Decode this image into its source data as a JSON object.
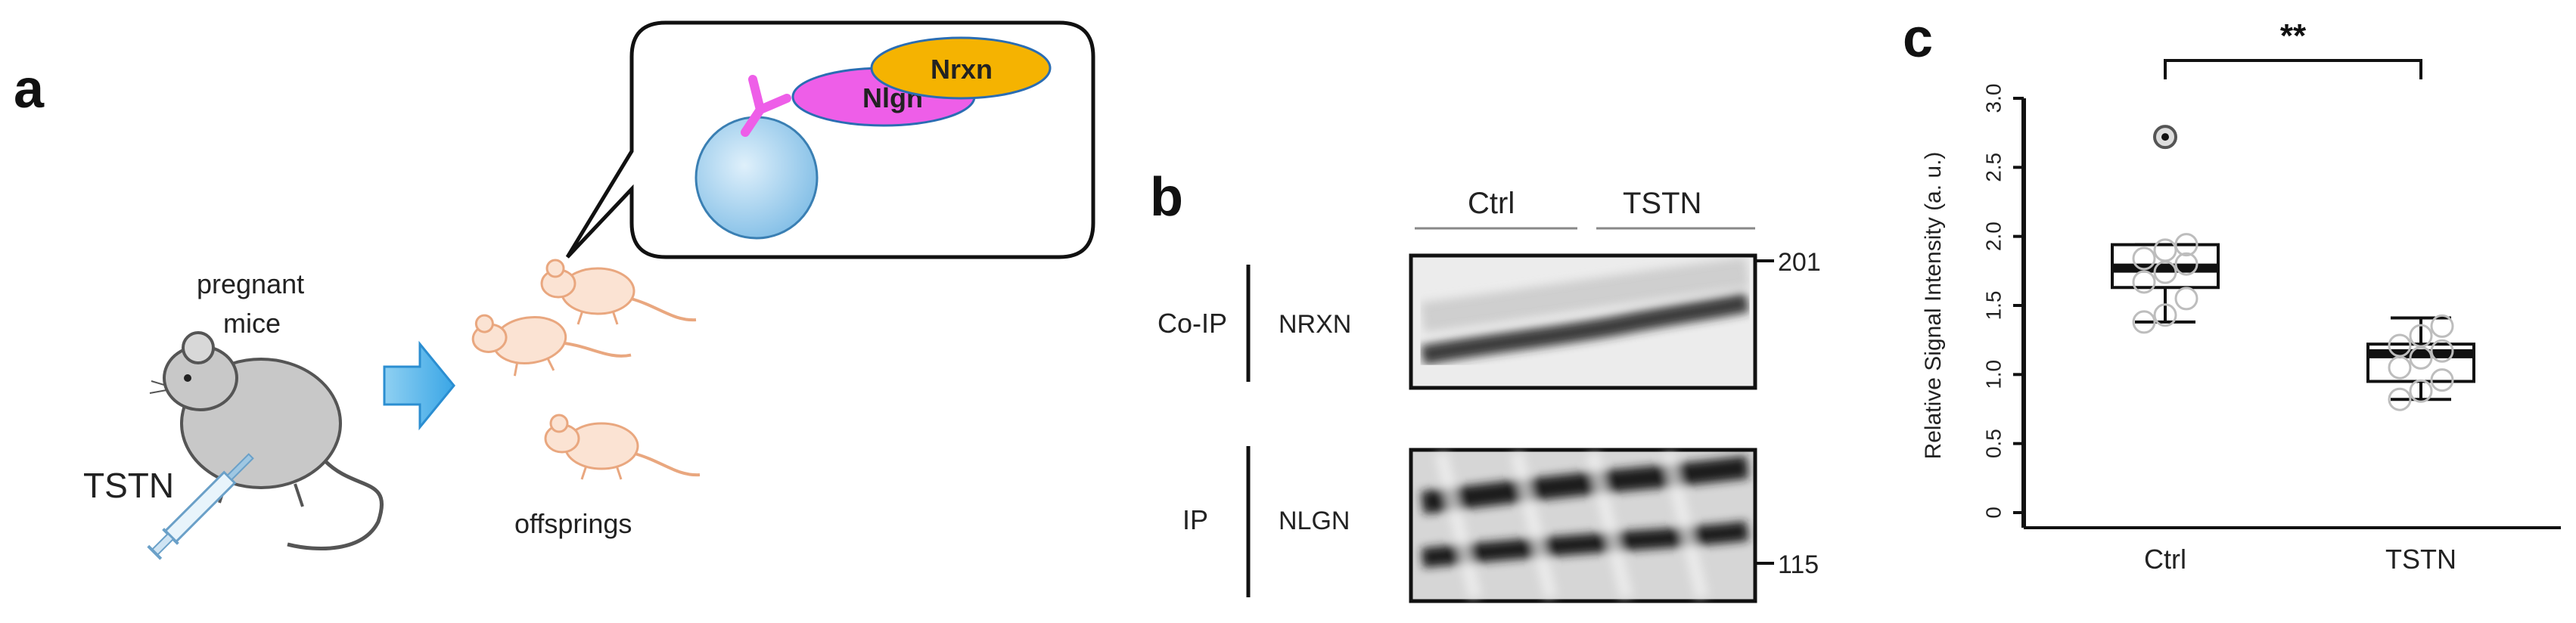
{
  "panels": {
    "a": {
      "letter": "a",
      "pregnant_label_line1": "pregnant",
      "pregnant_label_line2": "mice",
      "drug_label": "TSTN",
      "offspring_label": "offsprings",
      "bubble": {
        "nlgn_label": "Nlgn",
        "nrxn_label": "Nrxn"
      },
      "colors": {
        "nlgn": "#ee5ee8",
        "nrxn": "#f5b301",
        "cell": "#8cc6ea",
        "arrow": "#4fb5ea",
        "pups": "#f4c9a8",
        "mouse": "#bfbfbf"
      },
      "icons": [
        "mouse-icon",
        "syringe-icon",
        "arrow-right-icon",
        "pup-icon",
        "cell-icon",
        "receptor-icon"
      ]
    },
    "b": {
      "letter": "b",
      "lanes": [
        "Ctrl",
        "TSTN"
      ],
      "rows": [
        {
          "ip_label": "Co-IP",
          "protein": "NRXN"
        },
        {
          "ip_label": "IP",
          "protein": "NLGN"
        }
      ],
      "marker_top": "201",
      "marker_bottom": "115"
    },
    "c": {
      "letter": "c",
      "significance": "**",
      "chart_data": {
        "type": "boxplot",
        "ylabel": "Relative Signal Intensity (a. u.)",
        "xlabel": "",
        "ylim": [
          0,
          3.0
        ],
        "yticks": [
          "0",
          "0.5",
          "1.0",
          "1.5",
          "2.0",
          "2.5",
          "3.0"
        ],
        "categories": [
          "Ctrl",
          "TSTN"
        ],
        "boxes": [
          {
            "name": "Ctrl",
            "min": 1.38,
            "q1": 1.63,
            "median": 1.77,
            "q3": 1.94,
            "max": 1.94,
            "points": [
              1.38,
              1.43,
              1.55,
              1.67,
              1.74,
              1.8,
              1.84,
              1.9,
              1.94
            ],
            "outliers": [
              2.72
            ]
          },
          {
            "name": "TSTN",
            "min": 0.82,
            "q1": 0.95,
            "median": 1.15,
            "q3": 1.22,
            "max": 1.41,
            "points": [
              0.82,
              0.88,
              0.96,
              1.05,
              1.12,
              1.17,
              1.21,
              1.28,
              1.35
            ],
            "outliers": []
          }
        ]
      }
    }
  }
}
